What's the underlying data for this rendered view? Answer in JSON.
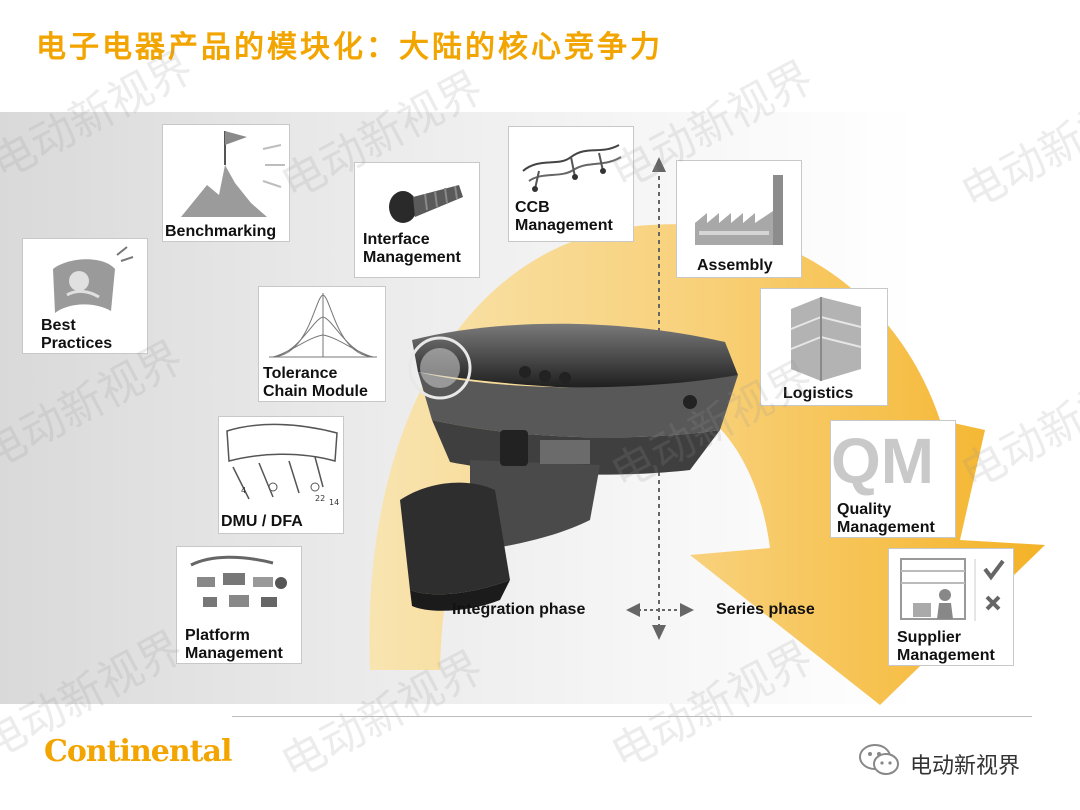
{
  "title": "电子电器产品的模块化：大陆的核心竞争力",
  "cards": {
    "best_practices": "Best\nPractices",
    "benchmarking": "Benchmarking",
    "interface": "Interface\nManagement",
    "ccb": "CCB\nManagement",
    "assembly": "Assembly",
    "tolerance": "Tolerance\nChain Module",
    "logistics": "Logistics",
    "dmu": "DMU / DFA",
    "quality": "Quality\nManagement",
    "platform": "Platform\nManagement",
    "supplier": "Supplier\nManagement"
  },
  "qm_letters": "QM",
  "phases": {
    "integration": "Integration phase",
    "series": "Series phase"
  },
  "logo": "Continental",
  "wechat": "电动新视界",
  "watermark": "电动新视界",
  "colors": {
    "accent": "#f2a500",
    "arrow": "#f5b52a"
  }
}
